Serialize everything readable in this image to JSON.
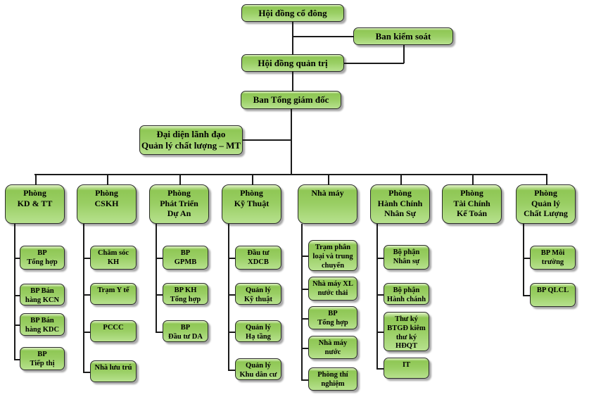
{
  "chart_title": "",
  "top_nodes": [
    {
      "id": "hoi-dong-co-dong",
      "label": "Hội đồng cổ đông"
    },
    {
      "id": "ban-kiem-soat",
      "label": "Ban kiểm soát"
    },
    {
      "id": "hoi-dong-quan-tri",
      "label": "Hội đồng quản trị"
    },
    {
      "id": "ban-tong-giam-doc",
      "label": "Ban Tổng giám đốc"
    },
    {
      "id": "dai-dien-lanh-dao",
      "label": "Đại diện lãnh đạo\nQuản lý chất lượng – MT"
    }
  ],
  "departments": [
    {
      "id": "phong-kd-tt",
      "label": "Phòng\nKD & TT",
      "children": [
        {
          "label": "BP\nTổng hợp"
        },
        {
          "label": "BP Bán\nhàng KCN"
        },
        {
          "label": "BP Bán\nhàng KDC"
        },
        {
          "label": "BP\nTiếp thị"
        }
      ]
    },
    {
      "id": "phong-cskh",
      "label": "Phòng\nCSKH",
      "children": [
        {
          "label": "Chăm sóc\nKH"
        },
        {
          "label": "Trạm Y tế"
        },
        {
          "label": "PCCC"
        },
        {
          "label": "Nhà lưu trú"
        }
      ]
    },
    {
      "id": "phong-phat-trien-du-an",
      "label": "Phòng\nPhát Triển\nDự An",
      "children": [
        {
          "label": "BP\nGPMB"
        },
        {
          "label": "BP KH\nTổng hợp"
        },
        {
          "label": "BP\nĐầu tư DA"
        }
      ]
    },
    {
      "id": "phong-ky-thuat",
      "label": "Phòng\nKỹ Thuật",
      "children": [
        {
          "label": "Đầu tư\nXDCB"
        },
        {
          "label": "Quản lý\nKỹ thuật"
        },
        {
          "label": "Quản lý\nHạ tầng"
        },
        {
          "label": "Quản lý\nKhu dân cư"
        }
      ]
    },
    {
      "id": "nha-may",
      "label": "Nhà máy",
      "children": [
        {
          "label": "Trạm phân\nloại và trung\nchuyển"
        },
        {
          "label": "Nhà máy XL\nnước thải"
        },
        {
          "label": "BP\nTổng hợp"
        },
        {
          "label": "Nhà máy\nnước"
        },
        {
          "label": "Phòng thí\nnghiệm"
        }
      ]
    },
    {
      "id": "phong-hanh-chinh-nhan-su",
      "label": "Phòng\nHành Chính\nNhân Sự",
      "children": [
        {
          "label": "Bộ phận\nNhân sự"
        },
        {
          "label": "Bộ phận\nHành chánh"
        },
        {
          "label": "Thư ký\nBTGĐ kiêm\nthư ký\nHĐQT"
        },
        {
          "label": "IT"
        }
      ]
    },
    {
      "id": "phong-tai-chinh-ke-toan",
      "label": "Phòng\nTài Chính\nKế Toán",
      "children": []
    },
    {
      "id": "phong-quan-ly-chat-luong",
      "label": "Phòng\nQuản lý\nChất Lượng",
      "children": [
        {
          "label": "BP Môi\ntrường"
        },
        {
          "label": "BP QLCL"
        }
      ]
    }
  ],
  "colors": {
    "box_fill_top": "#e2f4c8",
    "box_fill_main": "#8fc755",
    "box_fill_bottom": "#b7e18e",
    "box_border": "#2a2a2a",
    "connector_line": "#1a1a1a",
    "shadow": "#a9a9a9",
    "text": "#000000"
  }
}
